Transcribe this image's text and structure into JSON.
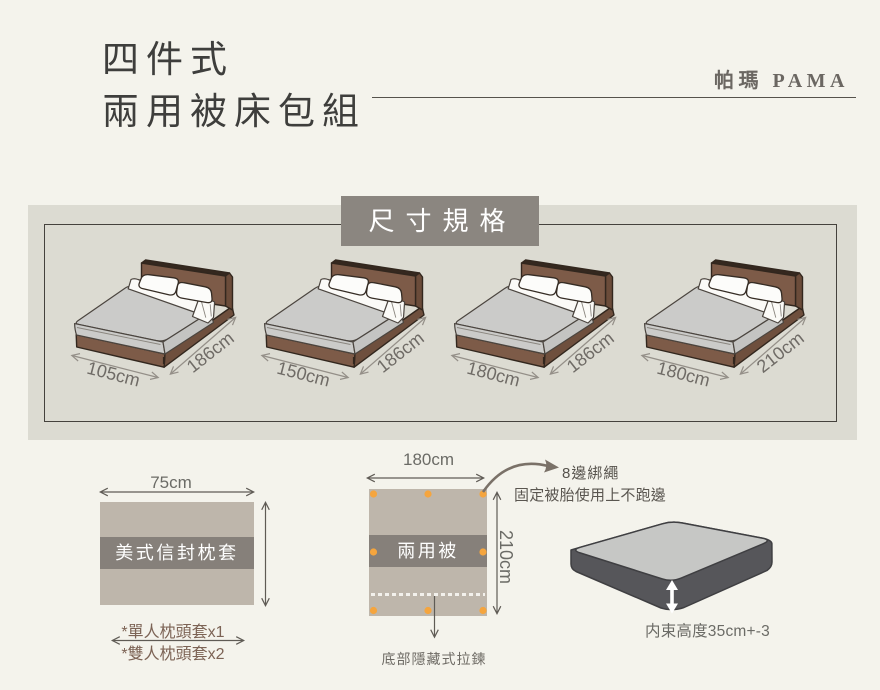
{
  "header": {
    "title_line1": "四件式",
    "title_line2": "兩用被床包組",
    "brand": "帕瑪 PAMA"
  },
  "size_panel": {
    "heading": "尺寸規格",
    "beds": [
      {
        "width": "105cm",
        "depth": "186cm"
      },
      {
        "width": "150cm",
        "depth": "186cm"
      },
      {
        "width": "180cm",
        "depth": "186cm"
      },
      {
        "width": "180cm",
        "depth": "210cm"
      }
    ]
  },
  "pillow": {
    "width_label": "75cm",
    "name": "美式信封枕套",
    "note1": "*單人枕頭套x1",
    "note2": "*雙人枕頭套x2"
  },
  "quilt": {
    "width_label": "180cm",
    "height_label": "210cm",
    "name": "兩用被",
    "zipper_note": "底部隱藏式拉鍊",
    "ties_title": "8邊綁繩",
    "ties_desc": "固定被胎使用上不跑邊"
  },
  "mattress": {
    "height_note": "内束高度35cm+-3"
  },
  "colors": {
    "page_bg": "#f4f3ec",
    "panel_bg": "#dcdbd2",
    "panel_border": "#45423d",
    "heading_bg": "#8b8680",
    "band_bg": "#86807a",
    "fabric_beige": "#beb6ab",
    "tie_dot_orange": "#f5a53e",
    "wood_brown": "#7d5b48",
    "mattress_gray": "#cbcbc9",
    "note_brown": "#7c6355",
    "dim_text": "#6b6b66"
  }
}
